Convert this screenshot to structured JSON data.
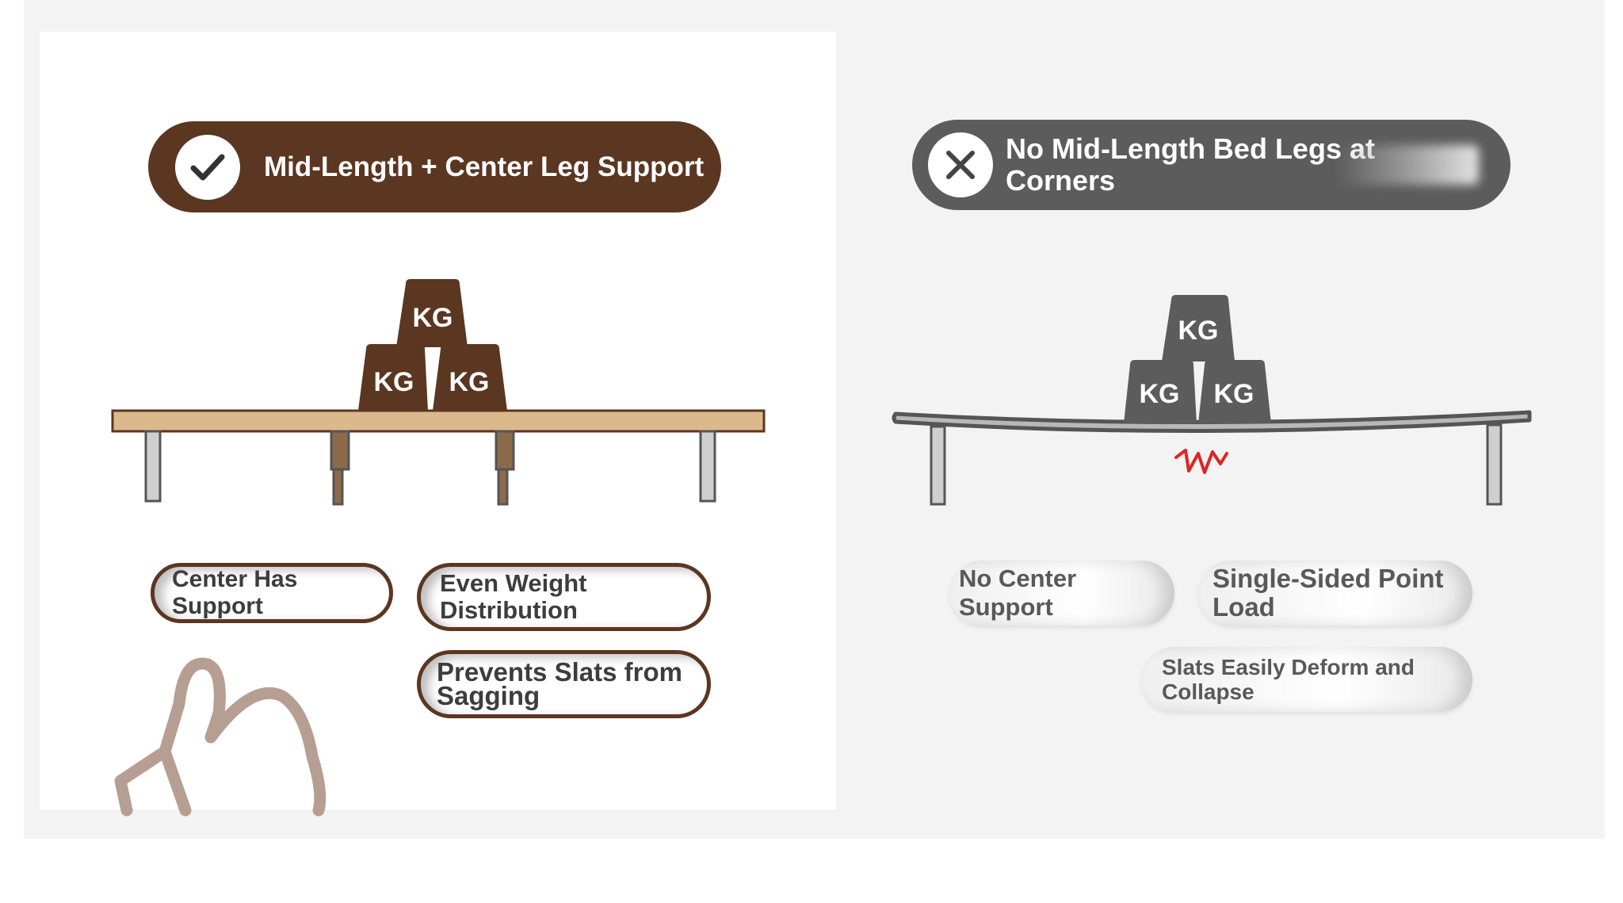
{
  "colors": {
    "good_accent": "#5b3621",
    "bad_accent": "#5c5c5c",
    "slat_wood": "#dcb98d",
    "crack_red": "#e02424"
  },
  "left_panel": {
    "banner": {
      "icon": "checkmark-icon",
      "text": "Mid-Length + Center Leg Support"
    },
    "weights": [
      "KG",
      "KG",
      "KG"
    ],
    "labels": [
      "Center Has Support",
      "Even Weight Distribution",
      "Prevents Slats from Sagging"
    ],
    "decoration_icon": "thumbs-up-icon"
  },
  "right_panel": {
    "banner": {
      "icon": "close-icon",
      "text": "No Mid-Length Bed Legs at Corners"
    },
    "weights": [
      "KG",
      "KG",
      "KG"
    ],
    "crack_icon": "crack-zigzag-icon",
    "labels": [
      "No Center Support",
      "Single-Sided Point Load",
      "Slats Easily Deform and Collapse"
    ]
  }
}
